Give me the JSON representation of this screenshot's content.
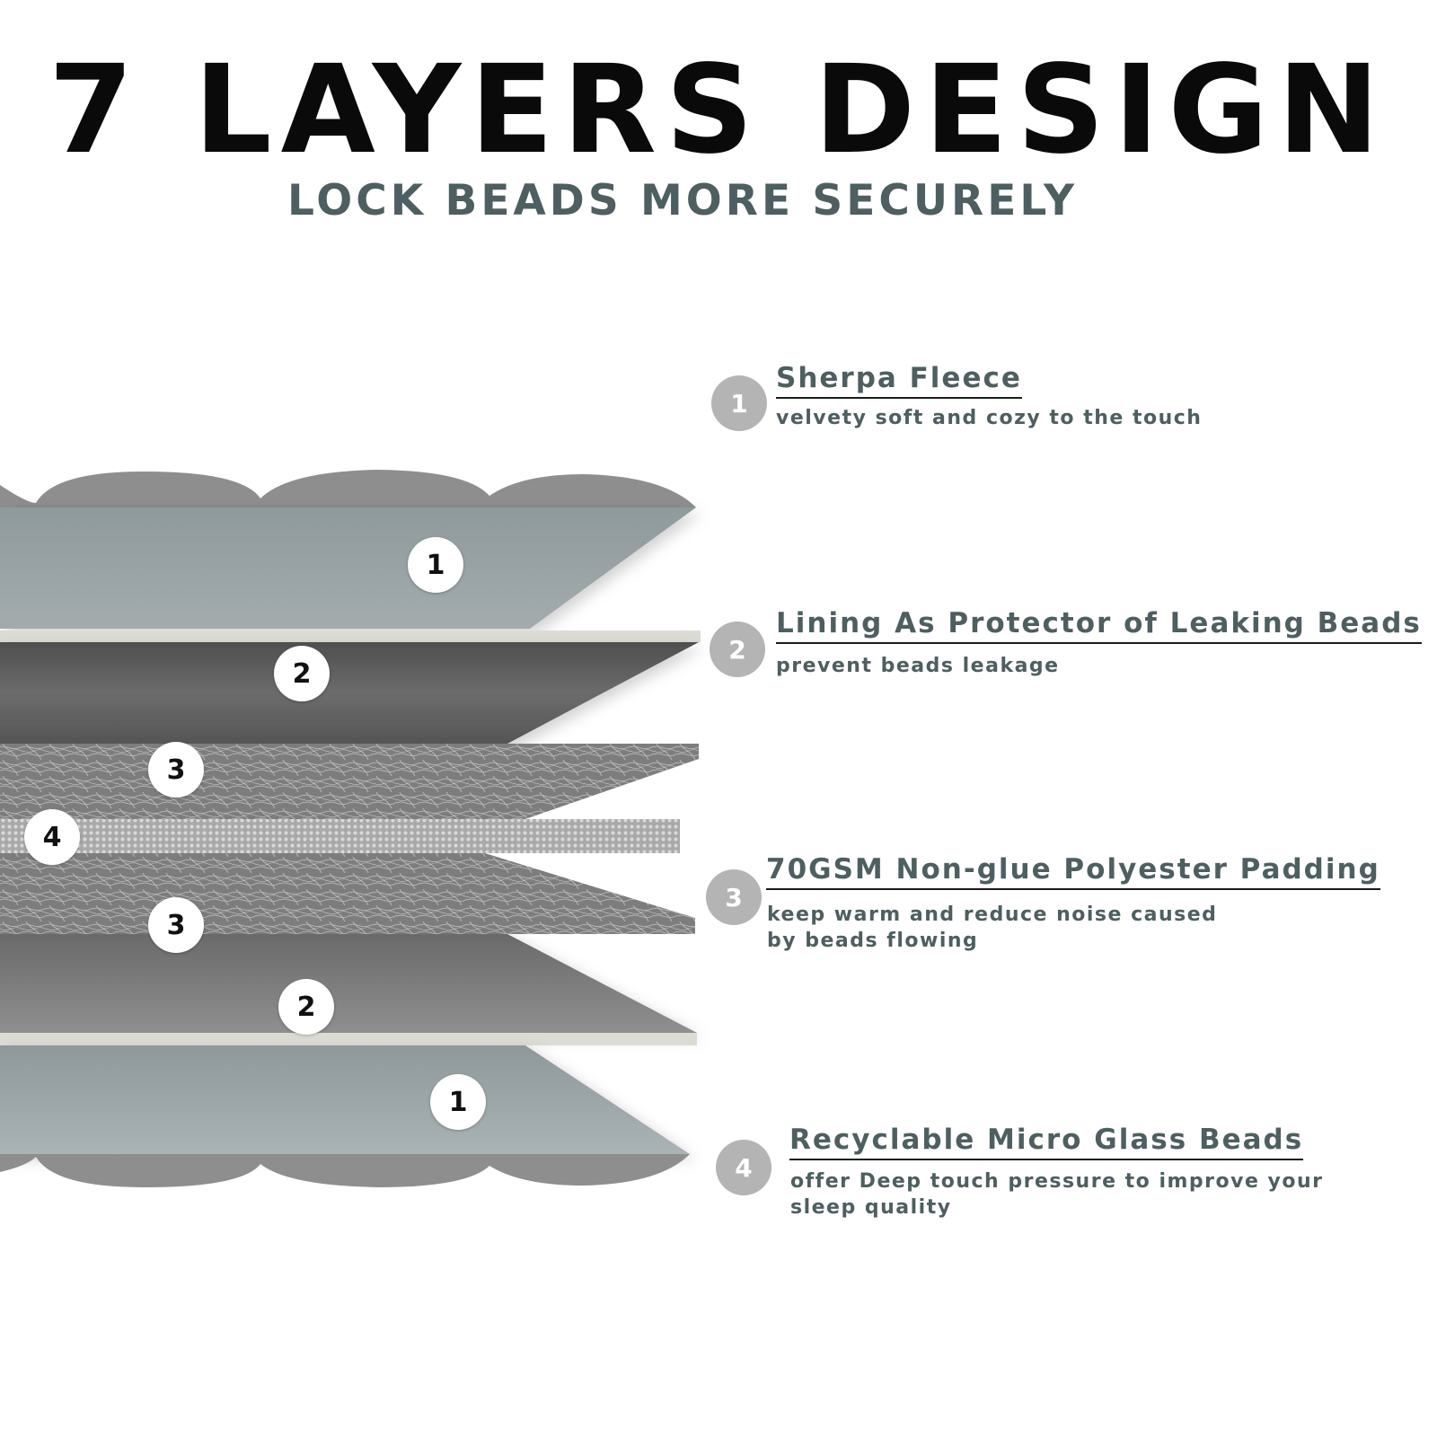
{
  "title": "7 LAYERS DESIGN",
  "subtitle": "LOCK BEADS MORE SECURELY",
  "diagram_markers": [
    "1",
    "2",
    "3",
    "4",
    "3",
    "2",
    "1"
  ],
  "legend": [
    {
      "number": "1",
      "title": "Sherpa Fleece",
      "description": "velvety soft and cozy to the touch"
    },
    {
      "number": "2",
      "title": "Lining As Protector of Leaking Beads",
      "description": "prevent beads leakage"
    },
    {
      "number": "3",
      "title": "70GSM Non-glue Polyester Padding",
      "description": "keep warm and reduce noise caused by beads flowing"
    },
    {
      "number": "4",
      "title": "Recyclable Micro Glass Beads",
      "description": "offer Deep touch pressure to improve your sleep quality"
    }
  ],
  "colors": {
    "title": "#0a0a0a",
    "accent_text": "#4d5f60",
    "legend_badge": "#b4b4b4",
    "fleece_layer": "#9aa3a5",
    "lining_layer": "#5f5f5f",
    "padding_layer": "#8a8a8a",
    "bead_layer": "#b0b0b0"
  }
}
